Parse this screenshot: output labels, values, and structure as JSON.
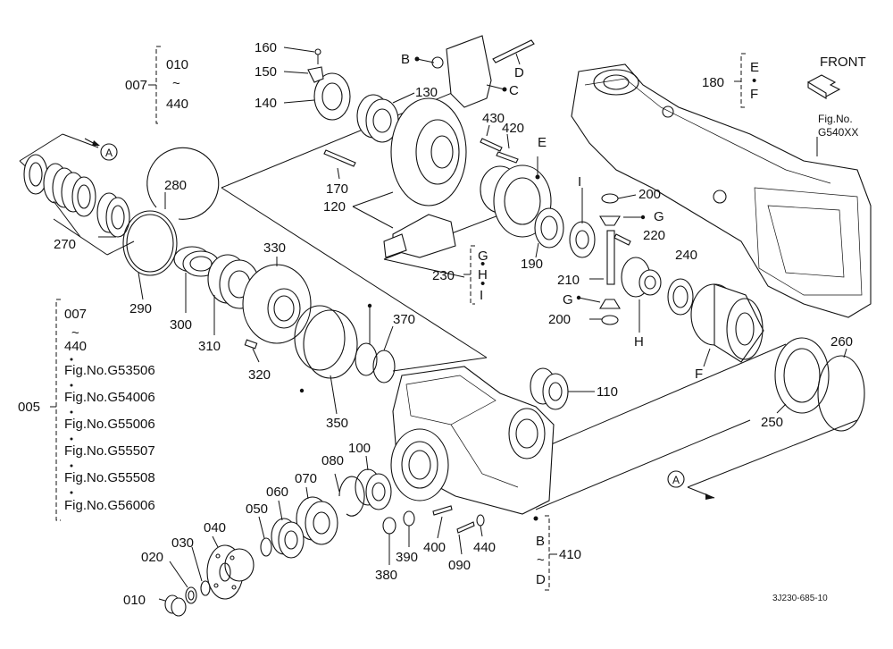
{
  "direction_label": "FRONT",
  "reference_code": "3J230-685-10",
  "ref_fig": {
    "line1": "Fig.No.",
    "line2": "G540XX"
  },
  "ranges": {
    "r007": {
      "from": "010",
      "tilde": "~",
      "to": "440"
    },
    "r005": {
      "from": "007",
      "tilde": "~",
      "to": "440"
    },
    "r410": {
      "from": "B",
      "tilde": "~",
      "to": "D"
    },
    "r180": {
      "top": "E",
      "dot": "•",
      "bottom": "F"
    },
    "r230": {
      "a": "G",
      "b": "H",
      "c": "I",
      "dot": "•"
    }
  },
  "fig_list": [
    "Fig.No.G53506",
    "Fig.No.G54006",
    "Fig.No.G55006",
    "Fig.No.G55507",
    "Fig.No.G55508",
    "Fig.No.G56006"
  ],
  "section_markers": [
    "A",
    "A"
  ],
  "parts": {
    "p005": "005",
    "p007": "007",
    "p010": "010",
    "p020": "020",
    "p030": "030",
    "p040": "040",
    "p050": "050",
    "p060": "060",
    "p070": "070",
    "p080": "080",
    "p090": "090",
    "p100": "100",
    "p110": "110",
    "p120": "120",
    "p130": "130",
    "p140": "140",
    "p150": "150",
    "p160": "160",
    "p170": "170",
    "p180": "180",
    "p190": "190",
    "p200a": "200",
    "p200b": "200",
    "p210": "210",
    "p220": "220",
    "p230": "230",
    "p240": "240",
    "p250": "250",
    "p260": "260",
    "p270": "270",
    "p280": "280",
    "p290": "290",
    "p300": "300",
    "p310": "310",
    "p320": "320",
    "p330": "330",
    "p350": "350",
    "p370": "370",
    "p380": "380",
    "p390": "390",
    "p400": "400",
    "p410": "410",
    "p420": "420",
    "p430": "430",
    "p440": "440"
  },
  "callout_letters": {
    "B1": "B",
    "C": "C",
    "D": "D",
    "E": "E",
    "F": "F",
    "G1": "G",
    "G2": "G",
    "H": "H",
    "I": "I"
  }
}
